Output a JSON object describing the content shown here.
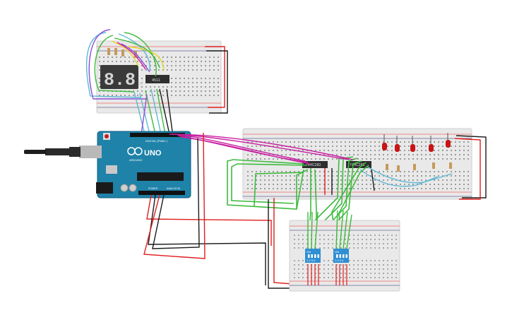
{
  "arduino": {
    "logo": "UNO",
    "model": "ARDUINO",
    "digital_label": "DIGITAL (PWM~)",
    "power_label": "POWER",
    "analog_label": "ANALOG IN"
  },
  "display": {
    "digits": "8.8."
  },
  "chips": {
    "decoder": "4511",
    "left_logic": "74HC283",
    "right_logic": "74HC283"
  },
  "dip_switches": {
    "left_label": "ON",
    "left_numbers": "1 2 3 4",
    "right_label": "ON",
    "right_numbers": "1 2 3 4"
  },
  "colors": {
    "wire_red": "#e01d1d",
    "wire_black": "#1a1a1a",
    "wire_green": "#3dbb3d",
    "wire_magenta": "#c71fa0",
    "wire_cyan": "#5fb7d6",
    "wire_purple": "#8a4fd8",
    "wire_yellow": "#e9d22a",
    "arduino_blue": "#1f82a8",
    "dip_blue": "#2f8fd3",
    "led_red": "#c81414",
    "breadboard": "#ececec"
  }
}
